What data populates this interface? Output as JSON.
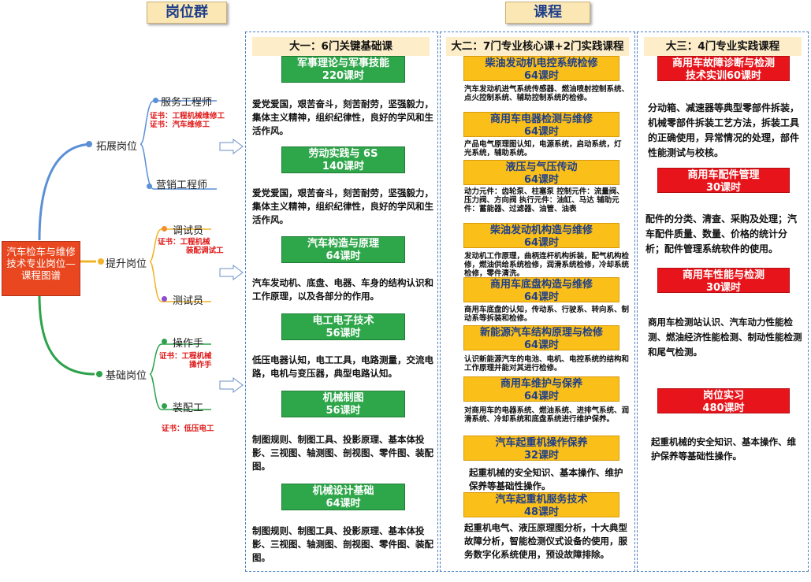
{
  "headers": {
    "positions": "岗位群",
    "courses": "课程"
  },
  "root": {
    "title": "汽车检车与维修技术专业岗位—课程图谱"
  },
  "branches": [
    {
      "label": "拓展岗位",
      "children": [
        {
          "label": "服务工程师",
          "certs": [
            "证书：工程机械维修工",
            "证书：汽车维修工"
          ]
        },
        {
          "label": "营销工程师",
          "certs": []
        }
      ]
    },
    {
      "label": "提升岗位",
      "children": [
        {
          "label": "调试员",
          "certs": [
            "证书：工程机械",
            "装配调试工"
          ]
        },
        {
          "label": "测试员",
          "certs": []
        }
      ]
    },
    {
      "label": "基础岗位",
      "children": [
        {
          "label": "操作手",
          "certs": [
            "证书：工程机械",
            "操作手"
          ]
        },
        {
          "label": "装配工",
          "certs": [
            "证书：低压电工"
          ]
        }
      ]
    }
  ],
  "col1": {
    "title": "大一：6门关键基础课",
    "courses": [
      {
        "name": "军事理论与军事技能",
        "hours": "220课时",
        "desc": "爱党爱国，艰苦奋斗，刻苦耐劳，坚强毅力，集体主义精神，组织纪律性，良好的学风和生活作风。"
      },
      {
        "name": "劳动实践与 6S",
        "hours": "140课时",
        "desc": "爱党爱国，艰苦奋斗，刻苦耐劳，坚强毅力，集体主义精神，组织纪律性，良好的学风和生活作风。"
      },
      {
        "name": "汽车构造与原理",
        "hours": "64课时",
        "desc": "汽车发动机、底盘、电器、车身的结构认识和工作原理，以及各部分的作用。"
      },
      {
        "name": "电工电子技术",
        "hours": "56课时",
        "desc": "低压电器认知，电工工具，电路测量，交流电路，电机与变压器，典型电路认知。"
      },
      {
        "name": "机械制图",
        "hours": "56课时",
        "desc": "制图规则、制图工具、投影原理、基本体投影、三视图、轴测图、剖视图、零件图、装配图。"
      },
      {
        "name": "机械设计基础",
        "hours": "64课时",
        "desc": "制图规则、制图工具、投影原理、基本体投影、三视图、轴测图、剖视图、零件图、装配图。"
      }
    ]
  },
  "col2": {
    "title": "大二：7门专业核心课+2门实践课程",
    "courses": [
      {
        "name": "柴油发动机电控系统检修",
        "hours": "64课时",
        "desc": "汽车发动机进气系统传感器、燃油喷射控制系统、点火控制系统、辅助控制系统的检修。"
      },
      {
        "name": "商用车电器检测与维修",
        "hours": "64课时",
        "desc": "产品电气原理图认知，电源系统，启动系统，灯光系统，辅助系统。"
      },
      {
        "name": "液压与气压传动",
        "hours": "64课时",
        "desc": "动力元件：齿轮泵、柱塞泵 控制元件：流量阀、压力阀、方向阀 执行元件：油缸、马达 辅助元件：蓄能器、过滤器、油管、油表"
      },
      {
        "name": "柴油发动机构造与维修",
        "hours": "64课时",
        "desc": "发动机工作原理，曲柄连杆机构拆装，配气机构检修，燃油供给系统检修，润滑系统检修，冷却系统检修，零件清洗。"
      },
      {
        "name": "商用车底盘构造与维修",
        "hours": "64课时",
        "desc": "商用车底盘的认知，传动系、行驶系、转向系、制动系等拆装和检修。"
      },
      {
        "name": "新能源汽车结构原理与检修",
        "hours": "64课时",
        "desc": "认识新能源汽车的电池、电机、电控系统的结构和工作原理并能对其进行检修。"
      },
      {
        "name": "商用车维护与保养",
        "hours": "64课时",
        "desc": "对商用车的电器系统、燃油系统、进排气系统、润滑系统、冷却系统和底盘系统进行维护保养。"
      },
      {
        "name": "汽车起重机操作保养",
        "hours": "32课时",
        "desc": "起重机械的安全知识、基本操作、维护保养等基础性操作。"
      },
      {
        "name": "汽车起重机服务技术",
        "hours": "48课时",
        "desc": "起重机电气、液压原理图分析，十大典型故障分析，智能检测仪式设备的使用，服务数字化系统使用，预设故障排除。"
      }
    ]
  },
  "col3": {
    "title": "大三：4门专业实践课程",
    "courses": [
      {
        "name": "商用车故障诊断与检测",
        "hours": "技术实训60课时",
        "desc": "分动箱、减速器等典型零部件拆装，机械零部件拆装工艺方法，拆装工具的正确使用，异常情况的处理，部件性能测试与校核。"
      },
      {
        "name": "商用车配件管理",
        "hours": "30课时",
        "desc": "配件的分类、清查、采购及处理；汽车配件质量、数量、价格的统计分析；配件管理系统软件的使用。"
      },
      {
        "name": "商用车性能与检测",
        "hours": "30课时",
        "desc": "商用车检测站认识、汽车动力性能检测、燃油经济性能检测、制动性能检测和尾气检测。"
      },
      {
        "name": "岗位实习",
        "hours": "480课时",
        "desc": "起重机械的安全知识、基本操作、维护保养等基础性操作。"
      }
    ]
  },
  "colors": {
    "green": "#2ea64a",
    "orange": "#fbbf1a",
    "red": "#e8141b",
    "header": "#fbe7b4",
    "dashed": "#4a7fbf"
  }
}
